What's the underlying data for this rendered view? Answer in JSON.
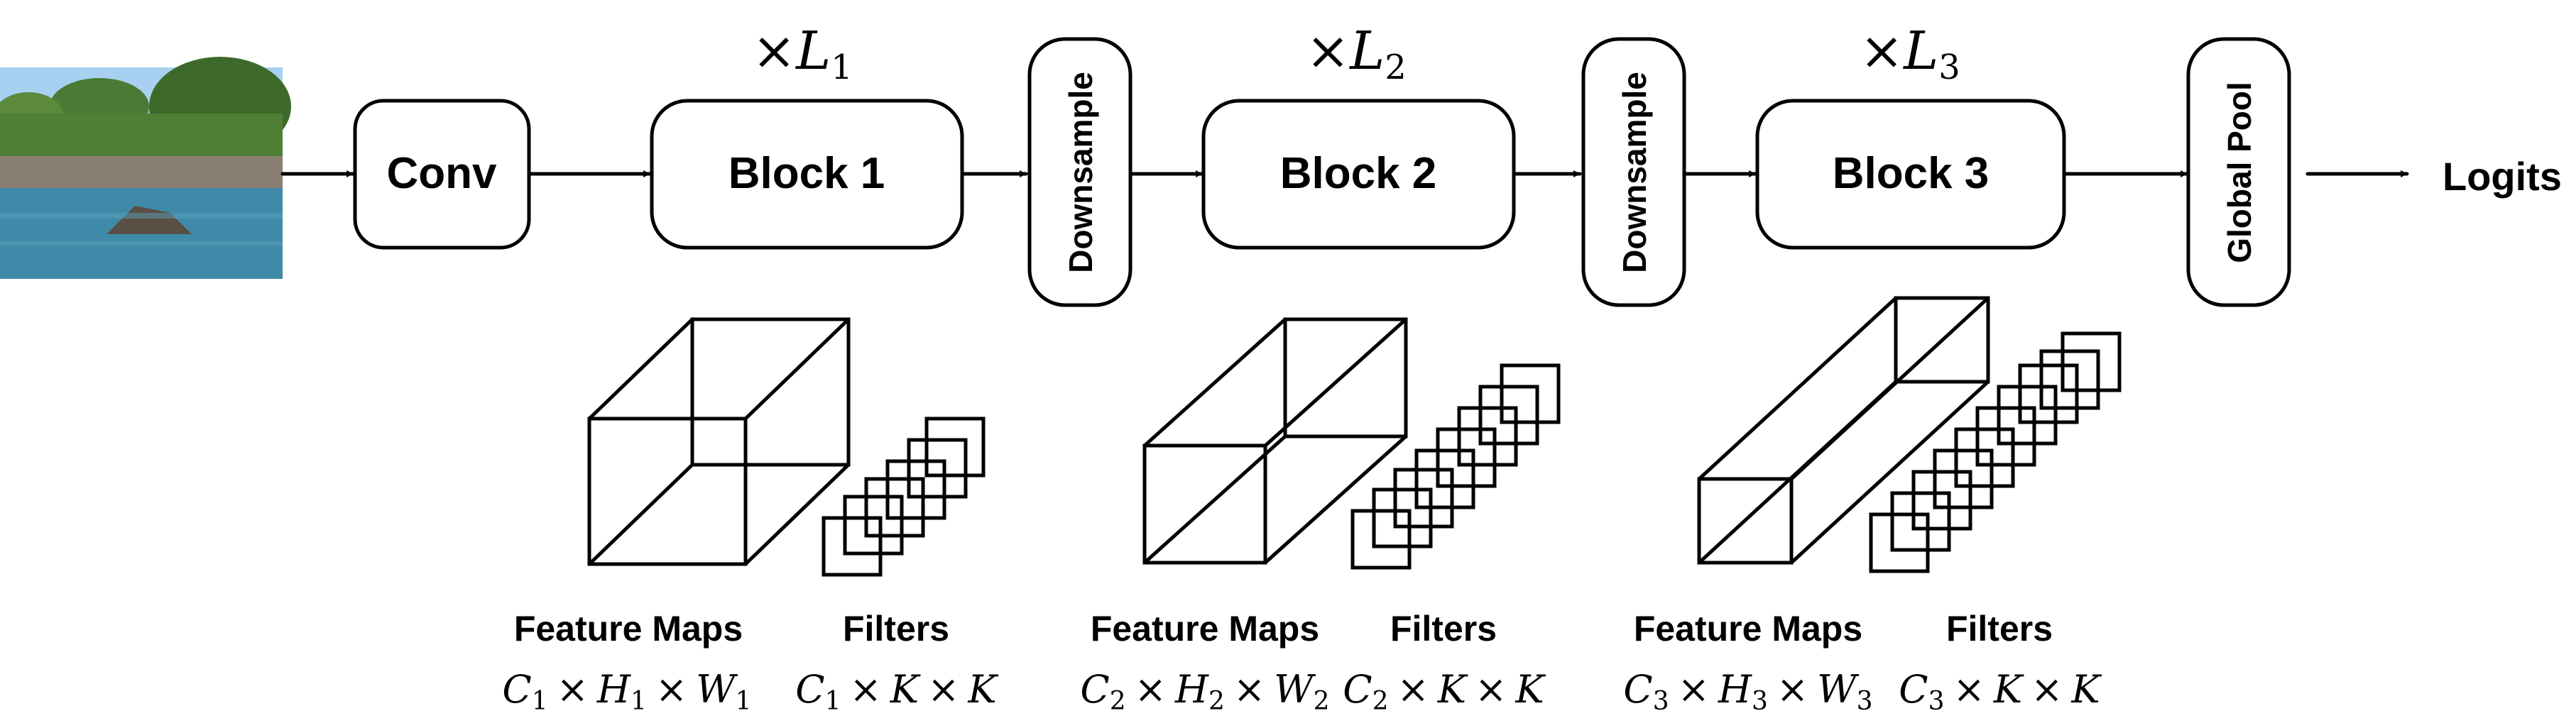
{
  "pipeline": {
    "conv": "Conv",
    "blocks": [
      {
        "label": "Block 1",
        "mult": "×L",
        "sub": "1"
      },
      {
        "label": "Block 2",
        "mult": "×L",
        "sub": "2"
      },
      {
        "label": "Block 3",
        "mult": "×L",
        "sub": "3"
      }
    ],
    "downsample": "Downsample",
    "global_pool": "Global Pool",
    "output": "Logits"
  },
  "stages": [
    {
      "feature_label": "Feature Maps",
      "filter_label": "Filters",
      "feature_dims": {
        "c": "C",
        "cs": "1",
        "h": "H",
        "hs": "1",
        "w": "W",
        "ws": "1"
      },
      "filter_dims": {
        "c": "C",
        "cs": "1",
        "k1": "K",
        "k2": "K"
      }
    },
    {
      "feature_label": "Feature Maps",
      "filter_label": "Filters",
      "feature_dims": {
        "c": "C",
        "cs": "2",
        "h": "H",
        "hs": "2",
        "w": "W",
        "ws": "2"
      },
      "filter_dims": {
        "c": "C",
        "cs": "2",
        "k1": "K",
        "k2": "K"
      }
    },
    {
      "feature_label": "Feature Maps",
      "filter_label": "Filters",
      "feature_dims": {
        "c": "C",
        "cs": "3",
        "h": "H",
        "hs": "3",
        "w": "W",
        "ws": "3"
      },
      "filter_dims": {
        "c": "C",
        "cs": "3",
        "k1": "K",
        "k2": "K"
      }
    }
  ],
  "colors": {
    "sky": "#7fb2e0",
    "foliage": "#3f6b2e",
    "water": "#3f7f9a",
    "rock": "#8a8072"
  },
  "times_symbol": "×"
}
